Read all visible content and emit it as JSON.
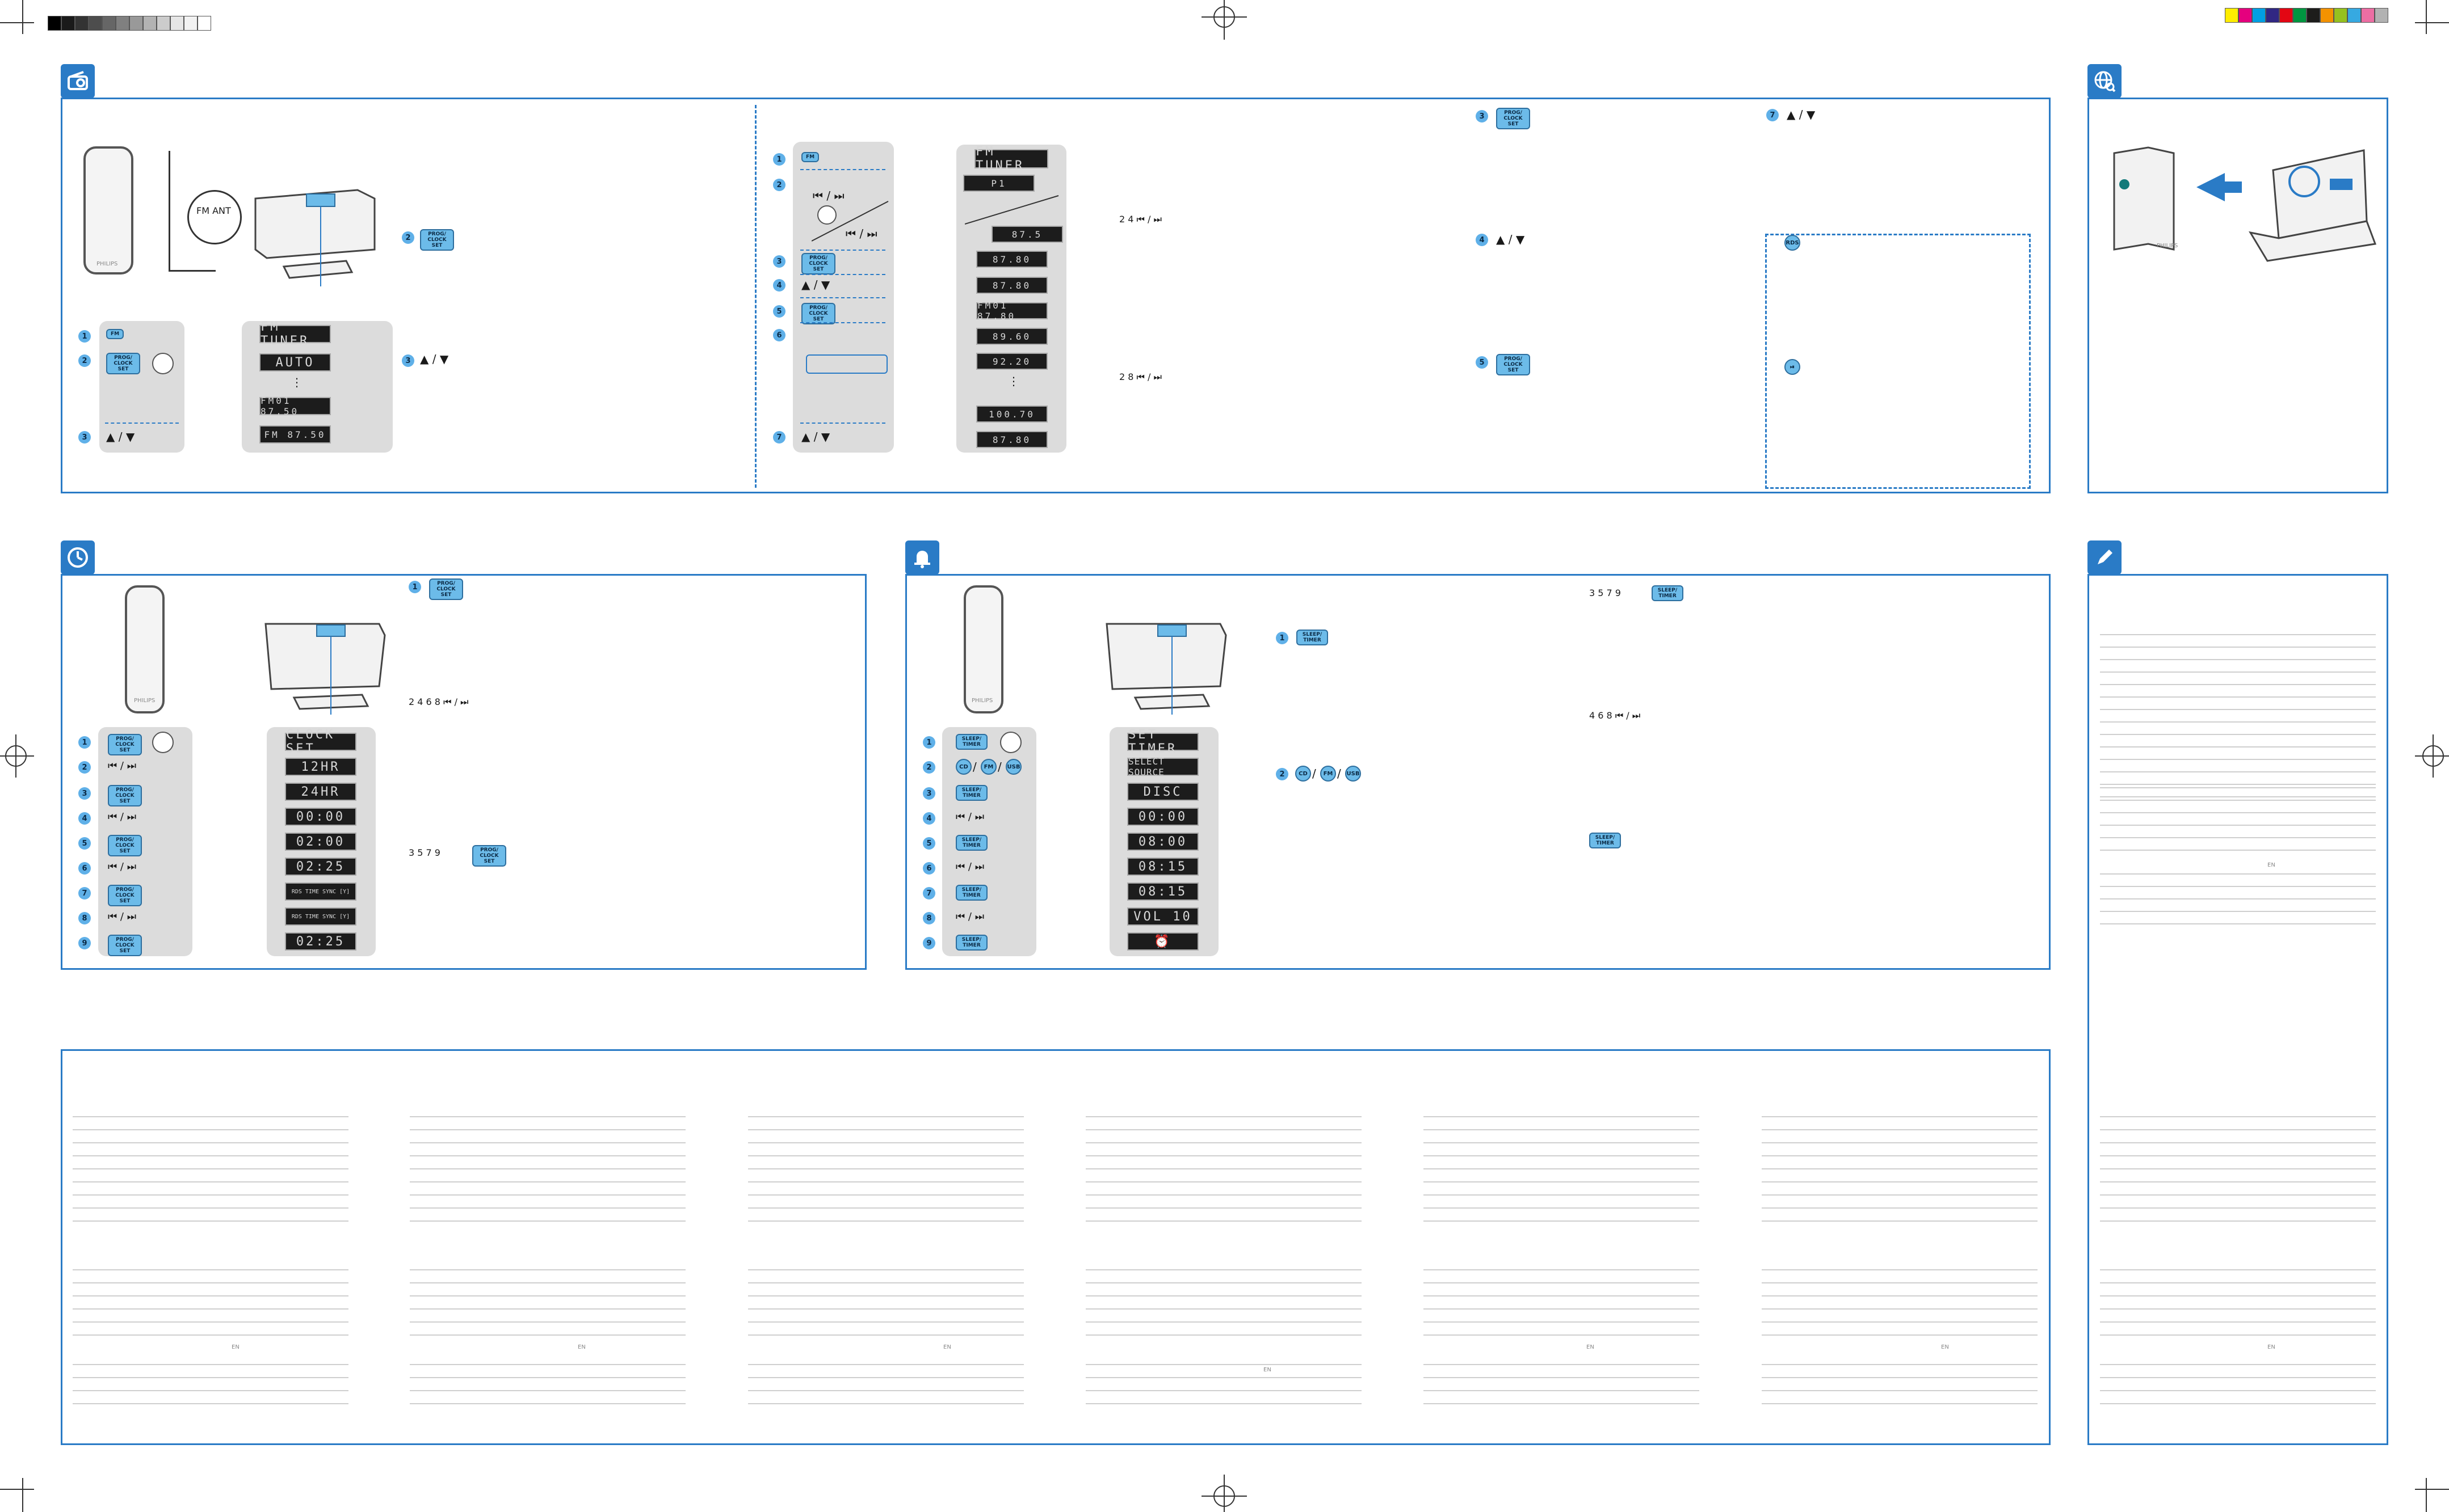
{
  "colors": {
    "accent": "#2a7bc6",
    "button": "#6cbbe9",
    "lcd": "#1c1c1c"
  },
  "icons": {
    "radio": "radio-icon",
    "globe": "globe-icon",
    "clock": "clock-icon",
    "bell": "bell-icon",
    "pen": "pen-icon"
  },
  "common": {
    "prog_clock_set": "PROG/ CLOCK SET",
    "up_down": "▲ / ▼",
    "prev_next": "⏮ / ⏭",
    "sleep_timer": "SLEEP/ TIMER",
    "fm": "FM",
    "cd": "CD",
    "usb": "USB",
    "slash": "/",
    "rds": "RDS",
    "play_pause": "⏯"
  },
  "radio_left": {
    "fm_ant": "FM ANT",
    "brand": "PHILIPS",
    "steps": [
      "1",
      "2",
      "3"
    ],
    "lcd": [
      "FM TUNER",
      "AUTO",
      "FM01  87.50",
      "FM  87.50"
    ]
  },
  "radio_mid": {
    "steps": [
      "1",
      "2",
      "3",
      "4",
      "5",
      "6",
      "7"
    ],
    "lcd": [
      "FM TUNER",
      "P1",
      "87.5",
      "87.80",
      "87.80",
      "FM01  87.80",
      "89.60",
      "92.20",
      "100.70",
      "87.80"
    ]
  },
  "radio_right": {
    "notes": [
      "2 4",
      "2 8",
      "3",
      "4",
      "5",
      "7"
    ]
  },
  "clock": {
    "brand": "PHILIPS",
    "steps": [
      "1",
      "2",
      "3",
      "4",
      "5",
      "6",
      "7",
      "8",
      "9"
    ],
    "lcd": [
      "CLOCK SET",
      "12HR",
      "24HR",
      "00:00",
      "02:00",
      "02:25",
      "RDS TIME SYNC [Y]",
      "RDS TIME SYNC [Y]",
      "02:25"
    ],
    "notes": [
      "1",
      "2 4 6 8",
      "3 5 7 9"
    ]
  },
  "timer": {
    "brand": "PHILIPS",
    "steps": [
      "1",
      "2",
      "3",
      "4",
      "5",
      "6",
      "7",
      "8",
      "9"
    ],
    "lcd": [
      "SET TIMER",
      "SELECT SOURCE",
      "DISC",
      "00:00",
      "08:00",
      "08:15",
      "08:15",
      "VOL 10",
      "⏰"
    ],
    "notes": [
      "1",
      "2",
      "3 5 7 9",
      "4 6 8"
    ]
  },
  "globe": {
    "brand": "PHILIPS"
  },
  "footers": [
    "EN",
    "EN",
    "EN",
    "EN",
    "EN",
    "EN",
    "EN",
    "EN"
  ]
}
